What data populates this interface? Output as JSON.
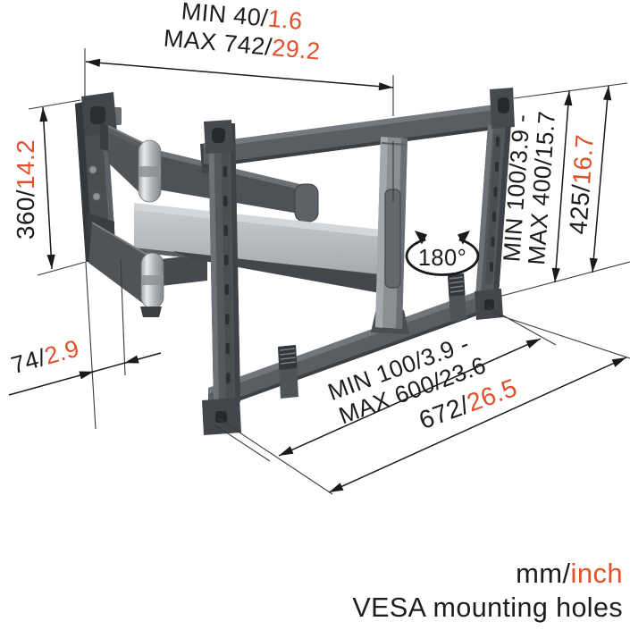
{
  "colors": {
    "text": "#1D1D1B",
    "accent_orange": "#E2502B",
    "muted_gray": "#9C9C9C"
  },
  "dimensions": {
    "extension_range": {
      "min_mm": "MIN 40/",
      "min_inch": "1.6",
      "max_mm": "MAX 742/",
      "max_inch": "29.2"
    },
    "mount_height": {
      "mm": "360/",
      "inch": "14.2"
    },
    "wall_depth": {
      "mm": "74/",
      "inch": "2.9"
    },
    "vesa_vertical": {
      "range_min": "MIN 100/3.9 -",
      "range_max": "MAX 400/15.7"
    },
    "bracket_height": {
      "mm": "425/",
      "inch": "16.7"
    },
    "vesa_horizontal": {
      "range_min": "MIN 100/3.9 -",
      "range_max": "MAX 600/23.6"
    },
    "bracket_width": {
      "mm": "672/",
      "inch": "26.5"
    },
    "swivel_angle": "180°"
  },
  "legend": {
    "units_mm": "mm/",
    "units_inch": "inch",
    "caption": "VESA mounting holes"
  }
}
